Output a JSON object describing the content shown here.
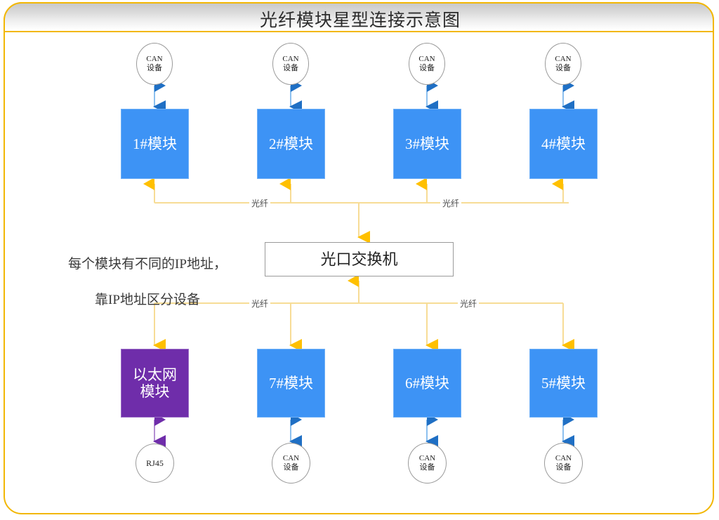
{
  "document": {
    "title": "光纤模块星型连接示意图",
    "frame_border_color": "#f2b705",
    "background": "#ffffff"
  },
  "colors": {
    "module_blue": "#3d93f5",
    "ethernet_purple": "#6f2daa",
    "fiber_line": "#f7dc96",
    "fiber_arrow": "#ffc000",
    "can_line": "#8cc0ef",
    "can_arrow": "#1f6fc4",
    "rj45_line": "#b48fd2",
    "rj45_arrow": "#6f2daa",
    "node_border_gray": "#9a9a9a"
  },
  "note": {
    "line1": "每个模块有不同的IP地址，",
    "line2": "靠IP地址区分设备"
  },
  "switch": {
    "label": "光口交换机"
  },
  "top_row": {
    "modules": [
      {
        "label": "1#模块",
        "device": "CAN\n设备",
        "device_line1": "CAN",
        "device_line2": "设备"
      },
      {
        "label": "2#模块",
        "device": "CAN\n设备",
        "device_line1": "CAN",
        "device_line2": "设备"
      },
      {
        "label": "3#模块",
        "device": "CAN\n设备",
        "device_line1": "CAN",
        "device_line2": "设备"
      },
      {
        "label": "4#模块",
        "device": "CAN\n设备",
        "device_line1": "CAN",
        "device_line2": "设备"
      }
    ]
  },
  "bottom_row": {
    "modules": [
      {
        "label": "以太网\n模块",
        "label_line1": "以太网",
        "label_line2": "模块",
        "device_line1": "RJ45",
        "device_line2": "",
        "kind": "ethernet"
      },
      {
        "label": "7#模块",
        "device_line1": "CAN",
        "device_line2": "设备",
        "kind": "can"
      },
      {
        "label": "6#模块",
        "device_line1": "CAN",
        "device_line2": "设备",
        "kind": "can"
      },
      {
        "label": "5#模块",
        "device_line1": "CAN",
        "device_line2": "设备",
        "kind": "can"
      }
    ]
  },
  "fiber_labels": {
    "top_left": "光纤",
    "top_right": "光纤",
    "bottom_left": "光纤",
    "bottom_right": "光纤"
  }
}
